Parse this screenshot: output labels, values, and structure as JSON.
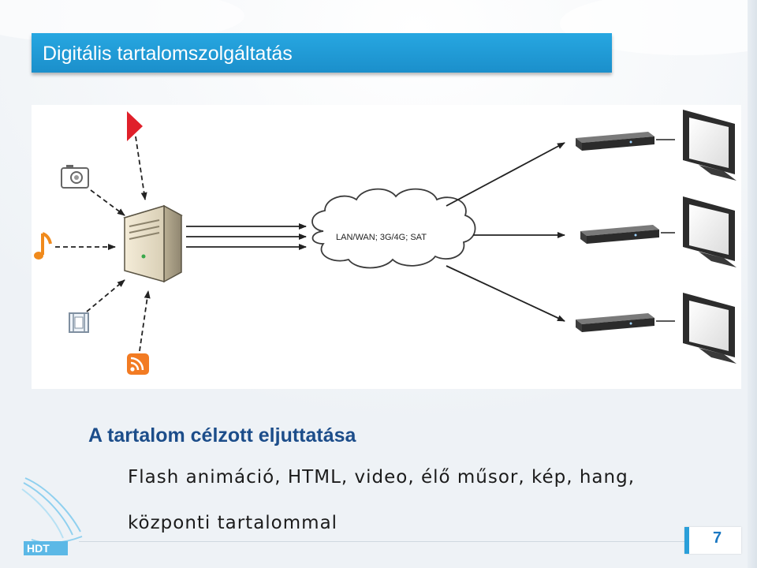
{
  "slide": {
    "title": "Digitális tartalomszolgáltatás",
    "heading": "A tartalom célzott eljuttatása",
    "body_line1": "Flash animáció, HTML, video, élő műsor, kép, hang,",
    "body_line2": "központi tartalommal",
    "page_number": "7"
  },
  "diagram": {
    "network_label": "LAN/WAN; 3G/4G; SAT",
    "content_icons": [
      "play-icon",
      "camera-icon",
      "music-note-icon",
      "film-icon",
      "rss-icon"
    ],
    "media_players": 3,
    "displays": 3
  },
  "logo": {
    "text": "HDT"
  },
  "colors": {
    "title_bar": "#1b8fcb",
    "heading": "#1c4d8a",
    "play_icon": "#e0202a",
    "music_icon": "#f08a1c",
    "rss_icon": "#f27b23",
    "page_accent": "#2a9fd9"
  }
}
